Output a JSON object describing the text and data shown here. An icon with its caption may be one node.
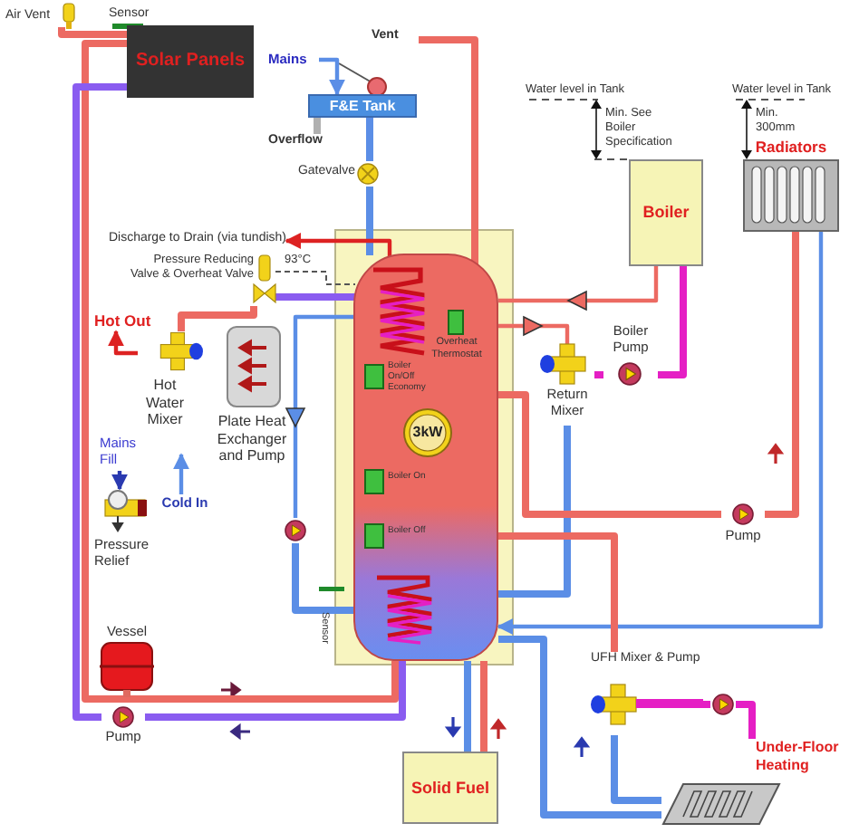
{
  "diagram": {
    "nodes": [
      {
        "text": [
          "Solar Panels"
        ]
      },
      {
        "text": [
          "Air Vent"
        ]
      },
      {
        "text": [
          "F&E Tank"
        ]
      },
      {
        "text": [],
        "shape": "cylinder"
      },
      {
        "text": [
          "Boiler"
        ]
      },
      {
        "text": [
          "Radiators"
        ]
      },
      {
        "text": [
          "Solid Fuel"
        ]
      },
      {
        "text": [
          "Vessel"
        ]
      },
      {
        "text": [
          "Hot Water Mixer"
        ]
      },
      {
        "text": [
          "Plate Heat Exchanger and Pump"
        ]
      },
      {
        "text": [
          "Pump"
        ]
      },
      {
        "text": [],
        "shape": "circle"
      },
      {
        "text": [
          "Boiler Pump"
        ]
      },
      {
        "text": [
          "Return Mixer"
        ]
      },
      {
        "text": [
          "Pump"
        ]
      },
      {
        "text": [
          "UFH Mixer & Pump"
        ]
      },
      {
        "text": [],
        "shape": "circle"
      },
      {
        "text": [
          "Under-Floor Heating"
        ]
      },
      {
        "text": [
          "Gatevalve"
        ]
      },
      {
        "text": [
          "Pressure Reducing Valve & Overheat Valve"
        ],
        "beside": [
          "93°C"
        ]
      },
      {
        "text": [
          "Pressure Relief"
        ]
      },
      {
        "text": [
          "Mains Fill"
        ]
      },
      {
        "text": [
          "Overheat Thermostat"
        ],
        "in": 3
      },
      {
        "text": [
          "Discharge to Drain (via tundish)"
        ]
      },
      {
        "text": [
          "Mains"
        ]
      },
      {
        "text": [
          "Cold In"
        ]
      },
      {
        "text": [
          "Hot Out"
        ]
      },
      {
        "text": [
          "Vent"
        ]
      },
      {
        "text": [
          "Overflow"
        ]
      }
    ],
    "edges": [
      {
        "from": 0,
        "to": 3,
        "arrow": "none",
        "color": "#ec6a62"
      },
      {
        "from": 0,
        "to": 10,
        "arrow": "none",
        "color": "#8a5cf0"
      },
      {
        "from": 10,
        "to": 3,
        "arrow": "none",
        "color": "#8a5cf0"
      },
      {
        "from": 2,
        "to": 18,
        "arrow": "none",
        "color": "#5b8ee6"
      },
      {
        "from": 18,
        "to": 3,
        "arrow": "none",
        "color": "#5b8ee6"
      },
      {
        "from": 3,
        "to": 27,
        "arrow": "none",
        "color": "#ec6a62"
      },
      {
        "from": 2,
        "to": 28,
        "arrow": "none",
        "color": "#b0b0b0"
      },
      {
        "from": 24,
        "to": 2,
        "arrow": "to",
        "color": "#5b8ee6"
      },
      {
        "from": 3,
        "to": 23,
        "arrow": "to",
        "color": "#dd2222"
      },
      {
        "from": 4,
        "to": 3,
        "arrow": "to",
        "color": "#ec6a62"
      },
      {
        "from": 4,
        "to": 12,
        "arrow": "none",
        "color": "#e51fc4"
      },
      {
        "from": 12,
        "to": 13,
        "arrow": "none",
        "color": "#e51fc4"
      },
      {
        "from": 3,
        "to": 13,
        "arrow": "to",
        "color": "#ec6a62"
      },
      {
        "from": 3,
        "to": 13,
        "arrow": "none",
        "color": "#5b8ee6"
      },
      {
        "from": 3,
        "to": 14,
        "arrow": "none",
        "color": "#ec6a62"
      },
      {
        "from": 14,
        "to": 5,
        "arrow": "none",
        "color": "#ec6a62"
      },
      {
        "from": 5,
        "to": 3,
        "arrow": "to",
        "color": "#5b8ee6"
      },
      {
        "from": 3,
        "to": 15,
        "arrow": "none",
        "color": "#ec6a62"
      },
      {
        "from": 15,
        "to": 16,
        "arrow": "none",
        "color": "#e51fc4"
      },
      {
        "from": 16,
        "to": 17,
        "arrow": "none",
        "color": "#e51fc4"
      },
      {
        "from": 17,
        "to": 15,
        "arrow": "none",
        "color": "#5b8ee6"
      },
      {
        "from": 17,
        "to": 3,
        "arrow": "none",
        "color": "#5b8ee6"
      },
      {
        "from": 6,
        "to": 3,
        "arrow": "none",
        "color": "#ec6a62"
      },
      {
        "from": 3,
        "to": 6,
        "arrow": "none",
        "color": "#5b8ee6"
      },
      {
        "from": 3,
        "to": 11,
        "arrow": "to",
        "color": "#5b8ee6"
      },
      {
        "from": 11,
        "to": 3,
        "arrow": "none",
        "color": "#5b8ee6"
      },
      {
        "from": 19,
        "to": 3,
        "arrow": "none",
        "color": "#8a5cf0"
      },
      {
        "from": 19,
        "to": 8,
        "arrow": "none",
        "color": "#ec6a62"
      },
      {
        "from": 25,
        "to": 8,
        "arrow": "to",
        "color": "#5b8ee6"
      },
      {
        "from": 8,
        "to": 26,
        "arrow": "to",
        "color": "#dd2222"
      },
      {
        "from": 21,
        "to": 20,
        "arrow": "to",
        "color": "#2a3ab0"
      },
      {
        "from": 1,
        "to": 0,
        "arrow": "none",
        "color": "#ec6a62"
      },
      {
        "from": 19,
        "to": 3,
        "arrow": "none",
        "style": "dashed",
        "color": "#555555"
      }
    ],
    "labels": [
      "Sensor",
      "Water level in Tank",
      "Min. See Boiler Specification",
      "Water level in Tank",
      "Min. 300mm",
      "Boiler On/Off Economy",
      "3kW",
      "Boiler On",
      "Boiler Off",
      "Sensor"
    ]
  }
}
